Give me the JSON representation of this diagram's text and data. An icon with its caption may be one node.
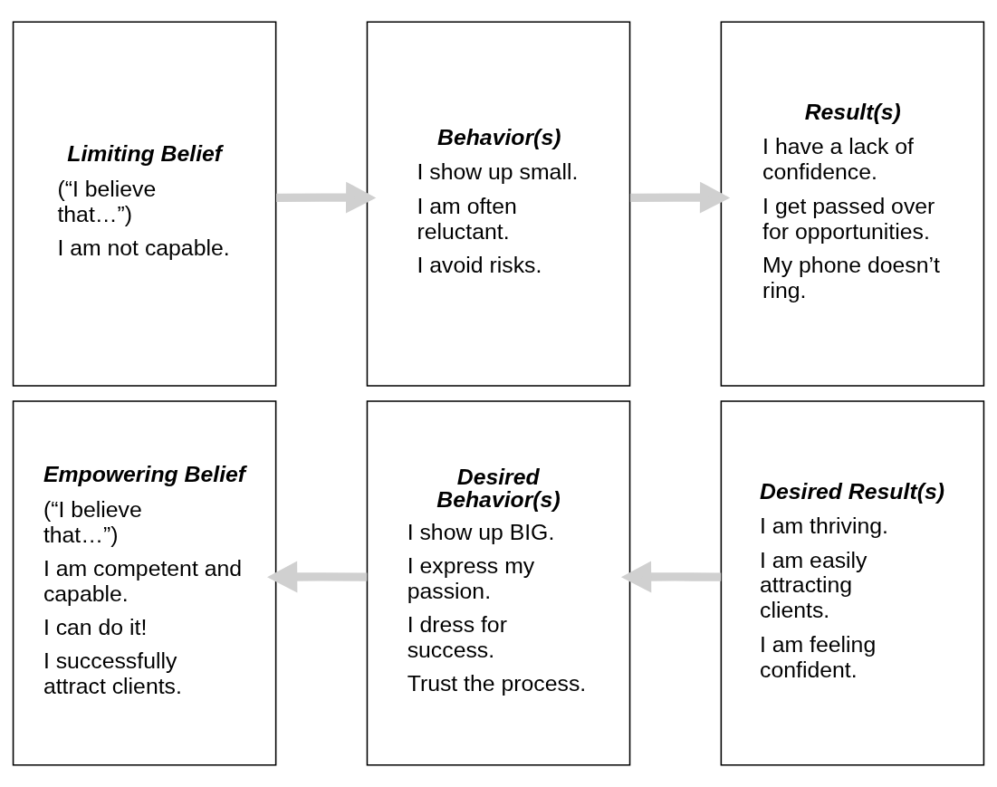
{
  "diagram": {
    "nodes": [
      {
        "text": [
          "Limiting Belief",
          "(“I believe that…”)",
          "I am not capable."
        ]
      },
      {
        "text": [
          "Behavior(s)",
          "I show up small.",
          "I am often reluctant.",
          "I avoid risks."
        ]
      },
      {
        "text": [
          "Result(s)",
          "I have a lack of confidence.",
          "I get passed over for opportunities.",
          "My phone doesn’t ring."
        ]
      },
      {
        "text": [
          "Empowering Belief",
          "(“I believe that…”)",
          "I am competent and capable.",
          "I can do it!",
          "I successfully attract clients."
        ]
      },
      {
        "text": [
          "Desired Behavior(s)",
          "I show up BIG.",
          "I express my passion.",
          "I dress for success.",
          "Trust the process."
        ]
      },
      {
        "text": [
          "Desired Result(s)",
          "I am thriving.",
          "I am easily attracting clients.",
          "I am feeling confident."
        ]
      }
    ],
    "edges": [
      {
        "from": 0,
        "to": 1,
        "arrow": "to"
      },
      {
        "from": 1,
        "to": 2,
        "arrow": "to"
      },
      {
        "from": 5,
        "to": 4,
        "arrow": "to"
      },
      {
        "from": 4,
        "to": 3,
        "arrow": "to"
      }
    ]
  }
}
